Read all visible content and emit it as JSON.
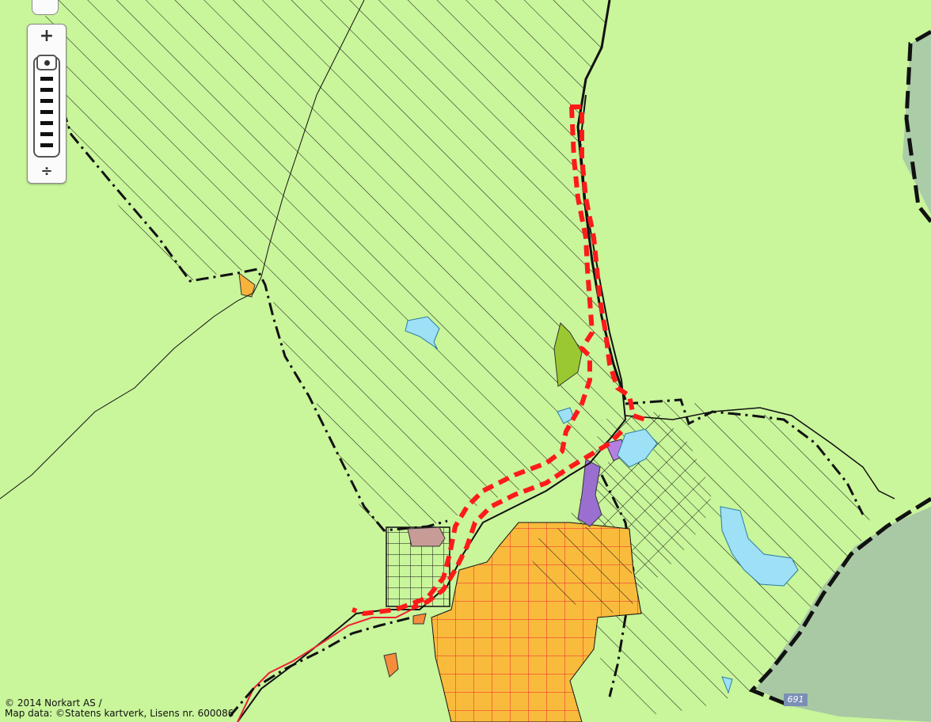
{
  "map": {
    "background_color": "#c9f59b",
    "colors": {
      "red_line": "#ff1a1a",
      "water": "#9ee0f5",
      "orange_area": "#f9bb3c",
      "purple_area": "#9a6fd0",
      "brown_area": "#c79c96",
      "olive_area": "#9ac830",
      "grey_relief": "#a9c9a4"
    }
  },
  "zoom": {
    "in_label": "+",
    "out_label": "÷",
    "in_icon": "plus-icon",
    "out_icon": "minus-icon"
  },
  "attribution": {
    "line1": "© 2014 Norkart AS /",
    "line2": "Map data: ©Statens kartverk, Lisens nr. 600086"
  },
  "road_label": "691"
}
